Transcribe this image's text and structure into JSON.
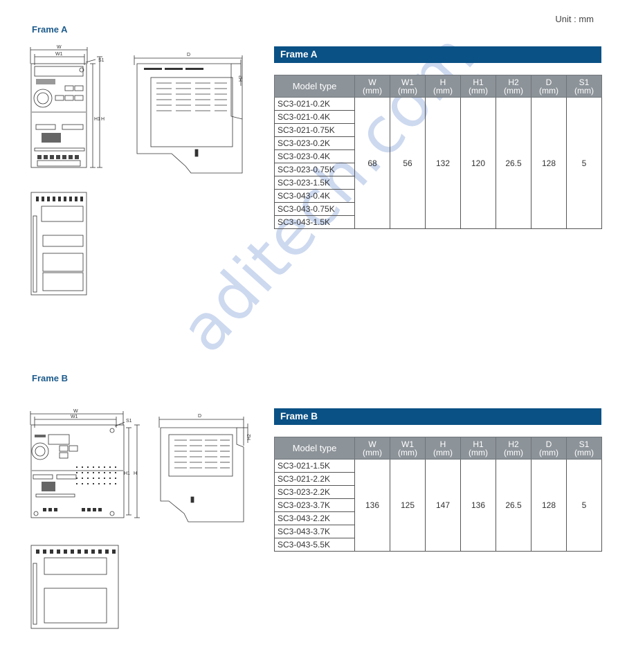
{
  "unit_text": "Unit : mm",
  "watermark": "aditech.com",
  "frame_a": {
    "label": "Frame A",
    "bar_title": "Frame A",
    "headers": [
      {
        "l1": "Model type",
        "l2": ""
      },
      {
        "l1": "W",
        "l2": "(mm)"
      },
      {
        "l1": "W1",
        "l2": "(mm)"
      },
      {
        "l1": "H",
        "l2": "(mm)"
      },
      {
        "l1": "H1",
        "l2": "(mm)"
      },
      {
        "l1": "H2",
        "l2": "(mm)"
      },
      {
        "l1": "D",
        "l2": "(mm)"
      },
      {
        "l1": "S1",
        "l2": "(mm)"
      }
    ],
    "models": [
      "SC3-021-0.2K",
      "SC3-021-0.4K",
      "SC3-021-0.75K",
      "SC3-023-0.2K",
      "SC3-023-0.4K",
      "SC3-023-0.75K",
      "SC3-023-1.5K",
      "SC3-043-0.4K",
      "SC3-043-0.75K",
      "SC3-043-1.5K"
    ],
    "values": [
      "68",
      "56",
      "132",
      "120",
      "26.5",
      "128",
      "5"
    ],
    "dims": {
      "w": "W",
      "w1": "W1",
      "s1": "S1",
      "h": "H",
      "h1": "H1",
      "d": "D",
      "h2": "H2"
    }
  },
  "frame_b": {
    "label": "Frame B",
    "bar_title": "Frame B",
    "headers": [
      {
        "l1": "Model type",
        "l2": ""
      },
      {
        "l1": "W",
        "l2": "(mm)"
      },
      {
        "l1": "W1",
        "l2": "(mm)"
      },
      {
        "l1": "H",
        "l2": "(mm)"
      },
      {
        "l1": "H1",
        "l2": "(mm)"
      },
      {
        "l1": "H2",
        "l2": "(mm)"
      },
      {
        "l1": "D",
        "l2": "(mm)"
      },
      {
        "l1": "S1",
        "l2": "(mm)"
      }
    ],
    "models": [
      "SC3-021-1.5K",
      "SC3-021-2.2K",
      "SC3-023-2.2K",
      "SC3-023-3.7K",
      "SC3-043-2.2K",
      "SC3-043-3.7K",
      "SC3-043-5.5K"
    ],
    "values": [
      "136",
      "125",
      "147",
      "136",
      "26.5",
      "128",
      "5"
    ],
    "dims": {
      "w": "W",
      "w1": "W1",
      "s1": "S1",
      "h": "H",
      "h1": "H1",
      "d": "D",
      "h2": "H2"
    }
  }
}
